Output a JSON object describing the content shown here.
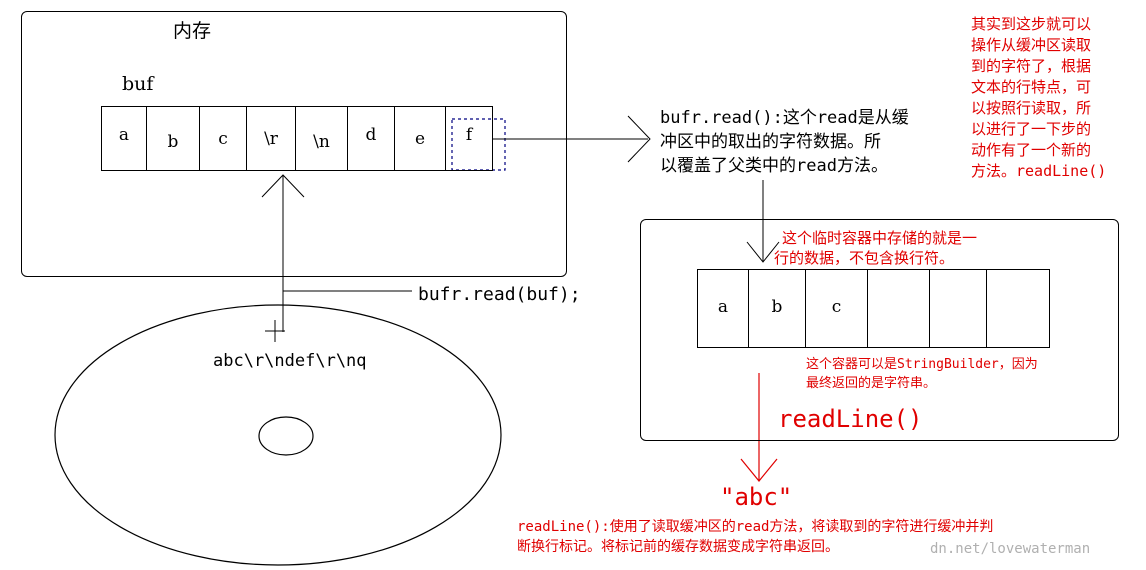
{
  "memory": {
    "title": "内存",
    "buf_label": "buf",
    "cells": [
      "a",
      "b",
      "c",
      "\\r",
      "\\n",
      "d",
      "e",
      "f"
    ]
  },
  "read_desc": {
    "lines": [
      "bufr.read():这个read是从缓",
      "冲区中的取出的字符数据。所",
      "以覆盖了父类中的read方法。"
    ]
  },
  "top_right_note": {
    "lines": [
      "其实到这步就可以",
      "操作从缓冲区读取",
      "到的字符了，根据",
      "文本的行特点，可",
      "以按照行读取，所",
      "以进行了一下步的",
      "动作有了一个新的",
      "方法。readLine()"
    ]
  },
  "temp_container": {
    "note_lines": [
      "这个临时容器中存储的就是一",
      "行的数据，不包含换行符。"
    ],
    "cells": [
      "a",
      "b",
      "c",
      "",
      "",
      ""
    ],
    "sb_note_lines": [
      "这个容器可以是StringBuilder，因为",
      "最终返回的是字符串。"
    ],
    "method_label": "readLine()"
  },
  "read_call": "bufr.read(buf);",
  "disk": {
    "data": "abc\\r\\ndef\\r\\nq"
  },
  "result": "\"abc\"",
  "bottom_note": {
    "lines": [
      "readLine():使用了读取缓冲区的read方法，将读取到的字符进行缓冲并判",
      "断换行标记。将标记前的缓存数据变成字符串返回。"
    ]
  },
  "watermark": "dn.net/lovewaterman",
  "colors": {
    "red": "#e00000",
    "line": "#000000",
    "dash_box": "#000080"
  }
}
